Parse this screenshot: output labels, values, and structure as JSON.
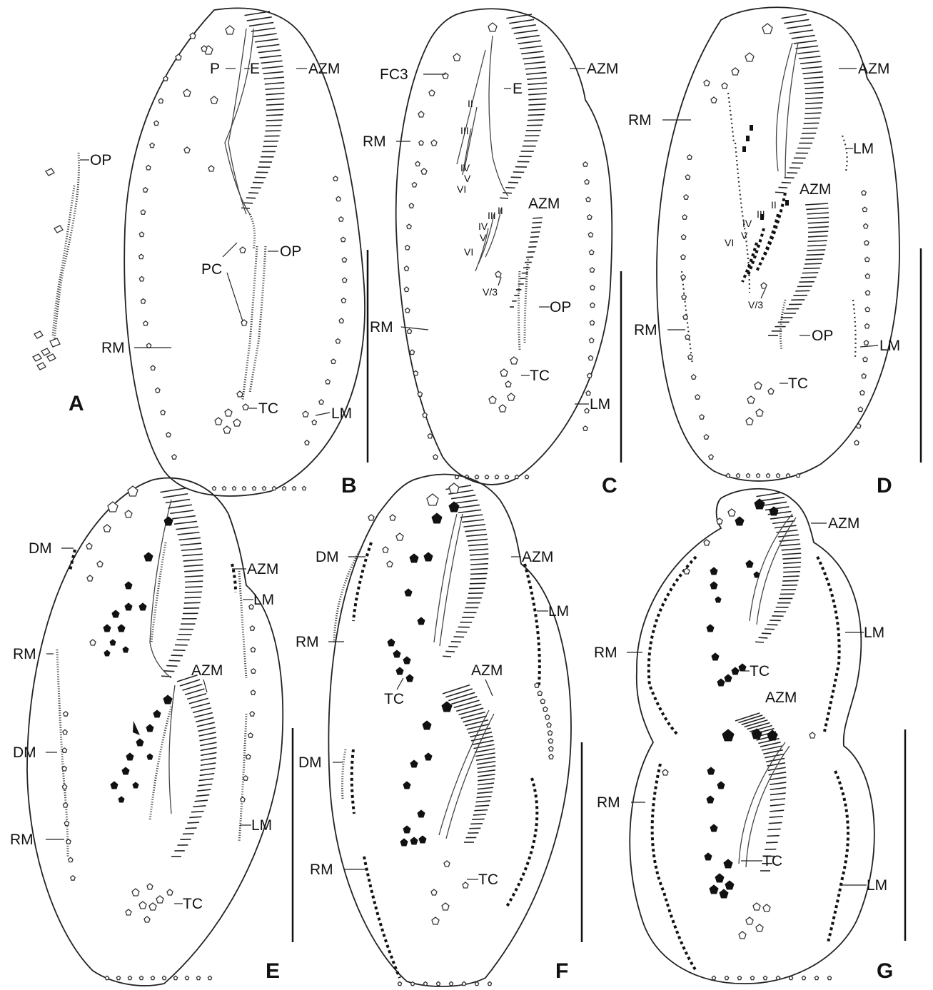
{
  "figure": {
    "panels": [
      "A",
      "B",
      "C",
      "D",
      "E",
      "F",
      "G"
    ],
    "labels": {
      "AZM": "AZM",
      "OP": "OP",
      "P": "P",
      "E": "E",
      "PC": "PC",
      "RM": "RM",
      "LM": "LM",
      "TC": "TC",
      "FC3": "FC3",
      "DM": "DM",
      "II": "II",
      "III": "III",
      "IV": "IV",
      "V": "V",
      "VI": "VI",
      "V3": "V/3"
    }
  }
}
